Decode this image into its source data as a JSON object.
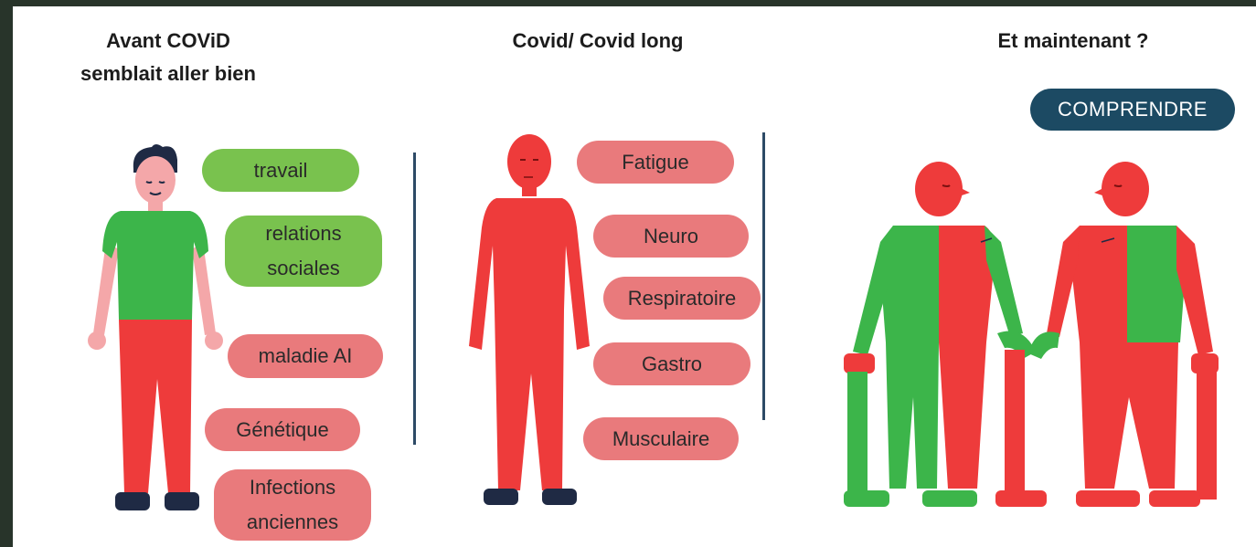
{
  "headings": {
    "before": "Avant COViD\nsemblait aller bien",
    "covid": "Covid/ Covid long",
    "now": "Et maintenant ?"
  },
  "cta_label": "COMPRENDRE",
  "before_tags": [
    {
      "text": "travail",
      "color": "#79c24e"
    },
    {
      "text": "relations\nsociales",
      "color": "#79c24e"
    },
    {
      "text": "maladie AI",
      "color": "#e97a7c"
    },
    {
      "text": "Génétique",
      "color": "#e97a7c"
    },
    {
      "text": "Infections\nanciennes",
      "color": "#e97a7c"
    }
  ],
  "covid_tags": [
    {
      "text": "Fatigue",
      "color": "#e97a7c"
    },
    {
      "text": "Neuro",
      "color": "#e97a7c"
    },
    {
      "text": "Respiratoire",
      "color": "#e97a7c"
    },
    {
      "text": "Gastro",
      "color": "#e97a7c"
    },
    {
      "text": "Musculaire",
      "color": "#e97a7c"
    }
  ],
  "colors": {
    "green": "#3cb54a",
    "red": "#ee3b3b",
    "skin": "#f4a7a9",
    "navy": "#1f2a44",
    "divider": "#2d4a66"
  },
  "illustrations": [
    "healthy-person-illustration",
    "covid-person-illustration",
    "split-people-illustration"
  ]
}
